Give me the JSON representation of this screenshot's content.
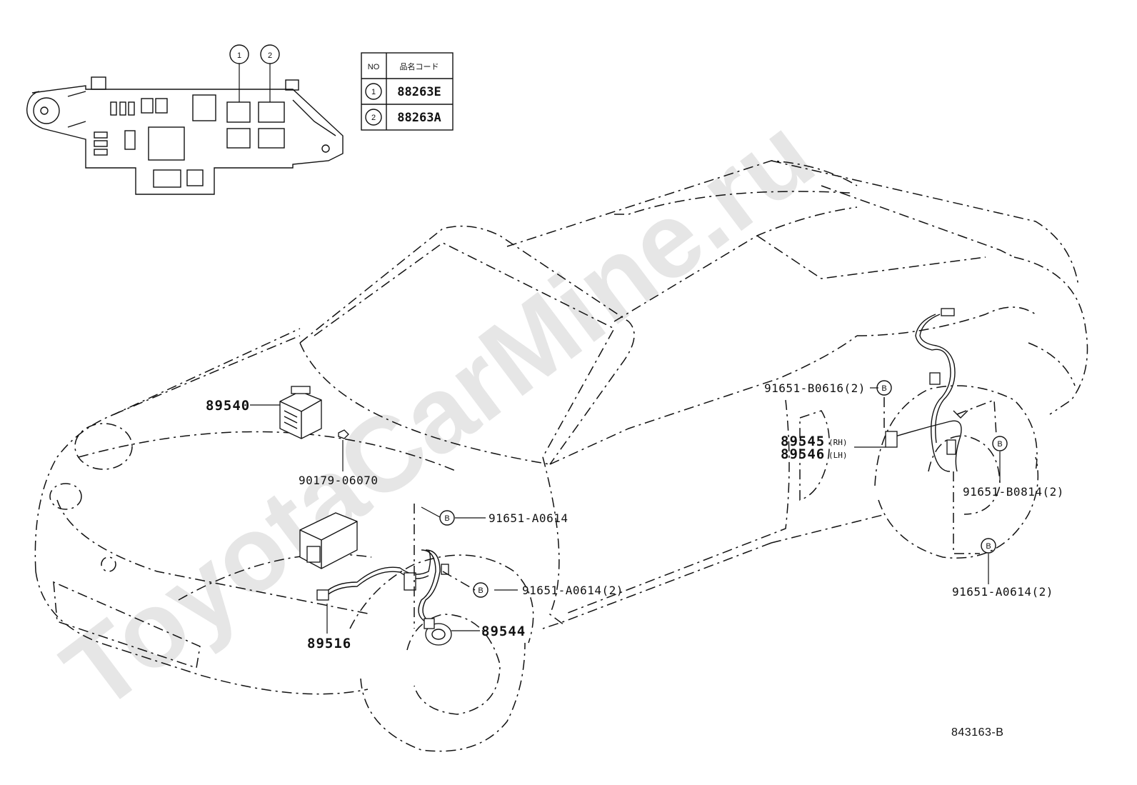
{
  "watermark": "ToyotaCarMine.ru",
  "legend_table": {
    "header_no": "NO",
    "header_code": "品名コード",
    "rows": [
      {
        "no": "1",
        "code": "88263E"
      },
      {
        "no": "2",
        "code": "88263A"
      }
    ]
  },
  "relay_block": {
    "callout_1": "1",
    "callout_2": "2"
  },
  "callouts": {
    "p89540": "89540",
    "p90179": "90179-06070",
    "p91651_a0614": "91651-A0614",
    "p91651_a0614_2_front": "91651-A0614(2)",
    "p89544": "89544",
    "p89516": "89516",
    "p91651_b0616_2": "91651-B0616(2)",
    "p89545": "89545",
    "p89545_side": "(RH)",
    "p89546": "89546",
    "p89546_side": "(LH)",
    "p91651_b0814_2": "91651-B0814(2)",
    "p91651_a0614_2_rear": "91651-A0614(2)",
    "bolt_marker": "B"
  },
  "figure_id": "843163-B"
}
